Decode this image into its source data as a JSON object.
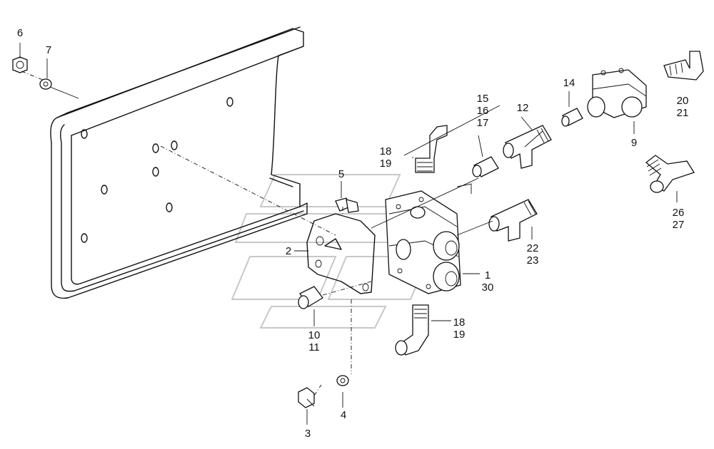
{
  "callouts": [
    {
      "id": "c6",
      "text": "6"
    },
    {
      "id": "c7",
      "text": "7"
    },
    {
      "id": "c15",
      "text": "15\n16\n17"
    },
    {
      "id": "c12",
      "text": "12"
    },
    {
      "id": "c14",
      "text": "14"
    },
    {
      "id": "c20",
      "text": "20\n21"
    },
    {
      "id": "c9",
      "text": "9"
    },
    {
      "id": "c18a",
      "text": "18\n19"
    },
    {
      "id": "c5",
      "text": "5"
    },
    {
      "id": "c2",
      "text": "2"
    },
    {
      "id": "c26",
      "text": "26\n27"
    },
    {
      "id": "c22",
      "text": "22\n23"
    },
    {
      "id": "c1",
      "text": "1\n30"
    },
    {
      "id": "c10",
      "text": "10\n11"
    },
    {
      "id": "c18b",
      "text": "18\n19"
    },
    {
      "id": "c4",
      "text": "4"
    },
    {
      "id": "c3",
      "text": "3"
    }
  ],
  "colors": {
    "line": "#111111",
    "watermark": "#c8c8c8",
    "background": "#ffffff"
  }
}
